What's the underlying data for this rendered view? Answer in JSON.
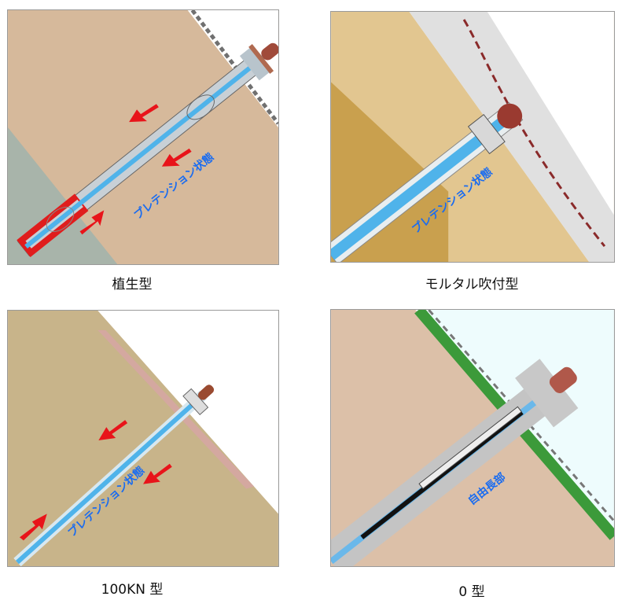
{
  "panels": [
    {
      "caption": "植生型",
      "inner_label": "プレテンション状態"
    },
    {
      "caption": "モルタル吹付型",
      "inner_label": "プレテンション状態"
    },
    {
      "caption": "100KN 型",
      "inner_label": "プレテンション状態"
    },
    {
      "caption": "0 型",
      "inner_label": "自由長部"
    }
  ],
  "colors": {
    "arrow": "#e8141a",
    "tendon": "#4fb3ea",
    "label": "#1a6cf0",
    "anchor_head": "#a04a3a"
  }
}
